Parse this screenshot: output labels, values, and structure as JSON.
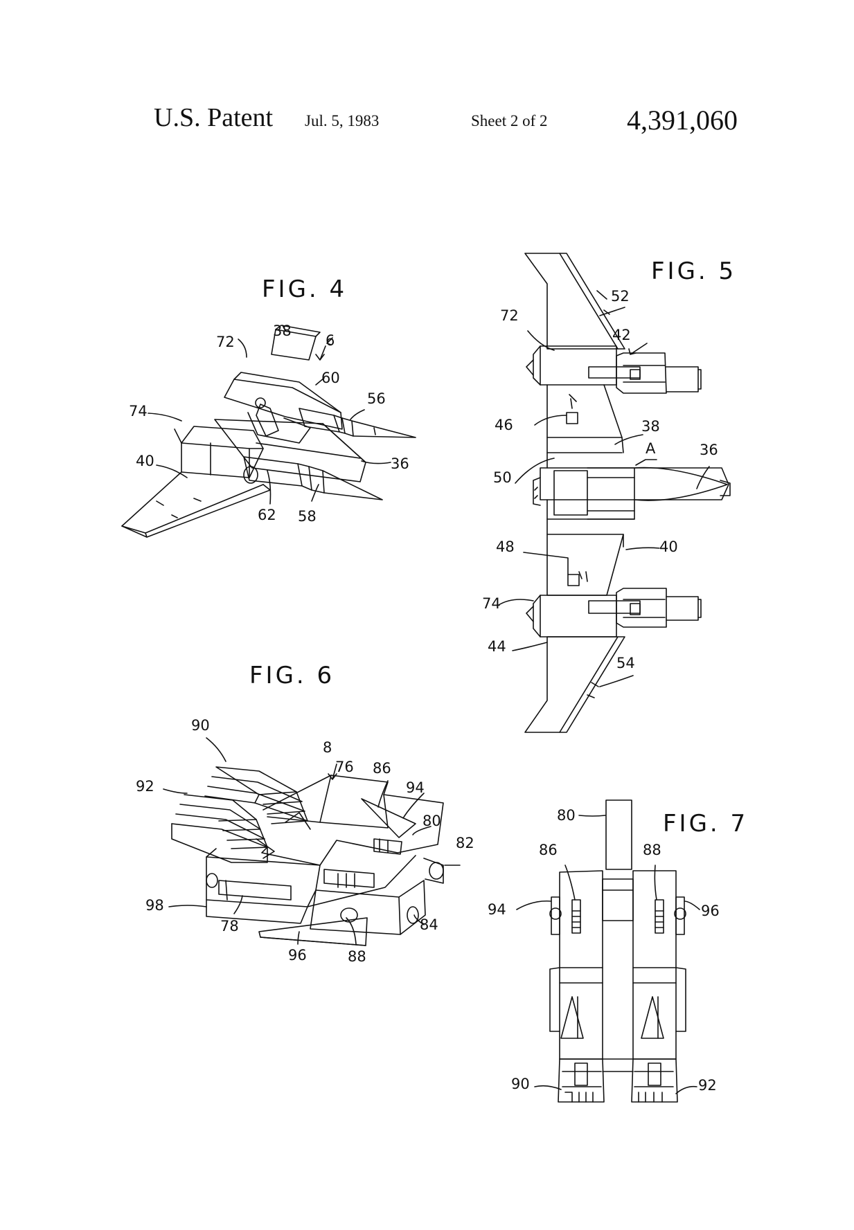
{
  "header": {
    "patent_label": "U.S. Patent",
    "date": "Jul. 5, 1983",
    "sheet": "Sheet 2 of 2",
    "patent_number": "4,391,060"
  },
  "figures": {
    "fig4": {
      "label": "FIG. 4",
      "refs": {
        "r38": "38",
        "r72": "72",
        "r6": "6",
        "r60": "60",
        "r56": "56",
        "r74": "74",
        "r40": "40",
        "r36": "36",
        "r62": "62",
        "r58": "58"
      }
    },
    "fig5": {
      "label": "FIG. 5",
      "refs": {
        "r52": "52",
        "r72": "72",
        "r42": "42",
        "r46": "46",
        "r38": "38",
        "r50": "50",
        "rA": "A",
        "r36": "36",
        "r48": "48",
        "r40": "40",
        "r74": "74",
        "r44": "44",
        "r54": "54"
      }
    },
    "fig6": {
      "label": "FIG. 6",
      "refs": {
        "r90": "90",
        "r8": "8",
        "r76": "76",
        "r86": "86",
        "r94": "94",
        "r92": "92",
        "r80": "80",
        "r82": "82",
        "r98": "98",
        "r78": "78",
        "r84": "84",
        "r96": "96",
        "r88": "88"
      }
    },
    "fig7": {
      "label": "FIG. 7",
      "refs": {
        "r80": "80",
        "r86": "86",
        "r88": "88",
        "r94": "94",
        "r96": "96",
        "r90": "90",
        "r92": "92"
      }
    }
  }
}
